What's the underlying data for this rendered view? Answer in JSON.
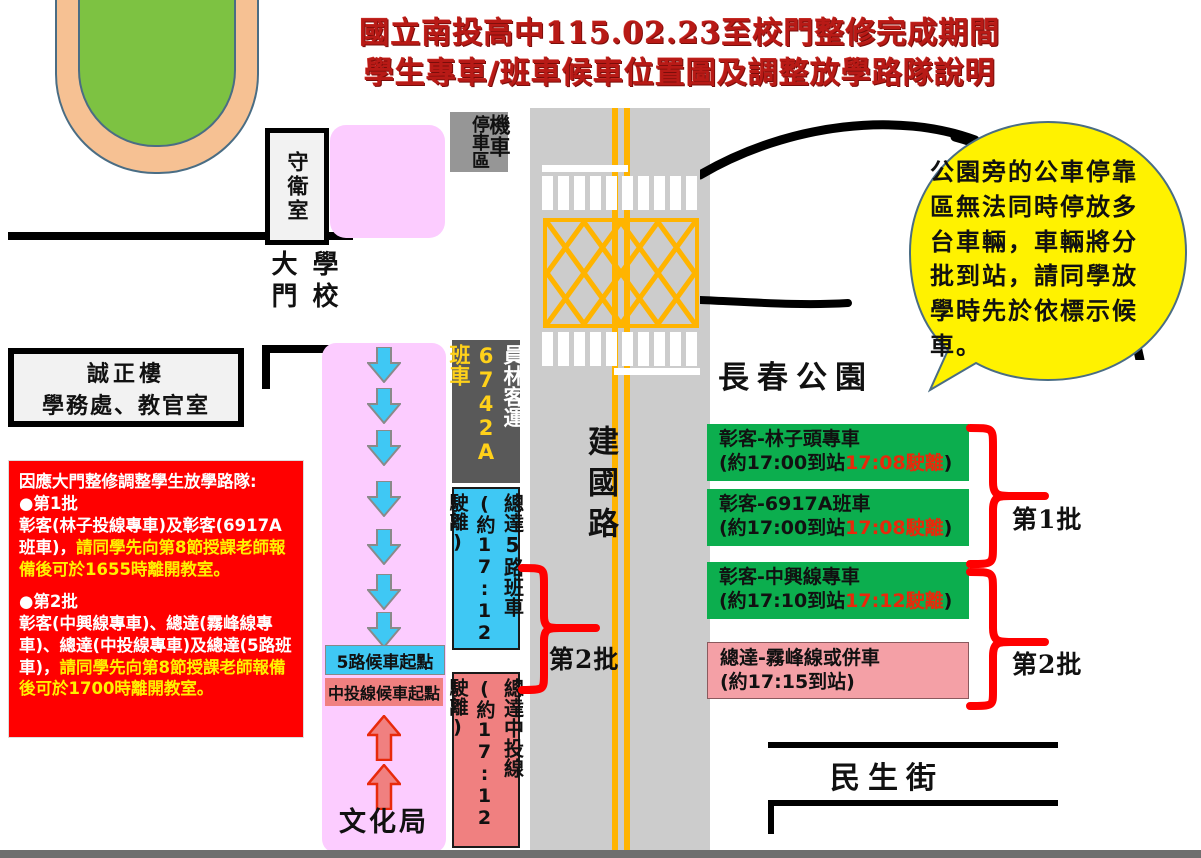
{
  "title": {
    "line1": "國立南投高中115.02.23至校門整修完成期間",
    "line2": "學生專車/班車候車位置圖及調整放學路隊說明"
  },
  "campus": {
    "guard_room": "守衛室",
    "gate_label_right": "大門",
    "gate_label_left": "學校",
    "moto_park": "停車區",
    "moto_park_prefix": "機車",
    "building": {
      "line1": "誠正樓",
      "line2": "學務處、教官室"
    },
    "culture_bureau": "文化局"
  },
  "notice": {
    "heading": "因應大門整修調整學生放學路隊:",
    "batch1_title": "●第1批",
    "batch1_body_plain": "彰客(林子投線專車)及彰客(6917A班車)，",
    "batch1_body_hl": "請同學先向第8節授課老師報備後可於1655時離開教室。",
    "batch2_title": "●第2批",
    "batch2_body_plain": "彰客(中興線專車)、總達(霧峰線專車)、總達(中投線專車)及總達(5路班車)，",
    "batch2_body_hl": "請同學先向第8節授課老師報備後可於1700時離開教室。"
  },
  "corridor": {
    "stop_5lu": "5路候車起點",
    "stop_chungtou": "中投線候車起點",
    "down_arrow_count": 7,
    "up_arrow_count": 2,
    "arrow_color_down": "#3FC8F4",
    "arrow_color_up": "#F08080"
  },
  "vertical_boxes": [
    {
      "name": "員林客運",
      "detail": "6742A班車",
      "bg": "#595959"
    },
    {
      "name": "總達5路班車",
      "detail": "(約17:12駛離)",
      "bg": "#3FC8F4"
    },
    {
      "name": "總達中投線",
      "detail": "(約17:12駛離)",
      "bg": "#F08080"
    }
  ],
  "road": {
    "name": "建國路"
  },
  "park": {
    "name": "長春公園"
  },
  "street": {
    "name": "民生街"
  },
  "callout": {
    "text": "公園旁的公車停靠區無法同時停放多台車輛，車輛將分批到站，請同學放學時先於依標示候車。",
    "bg": "#FFF200"
  },
  "bus_boxes": [
    {
      "line1": "彰客-林子頭專車",
      "line2_a": "(約17:00到站",
      "line2_b": "17:08駛離",
      "line2_c": ")",
      "color": "green"
    },
    {
      "line1": "彰客-6917A班車",
      "line2_a": "(約17:00到站",
      "line2_b": "17:08駛離",
      "line2_c": ")",
      "color": "green"
    },
    {
      "line1": "彰客-中興線專車",
      "line2_a": "(約17:10到站",
      "line2_b": "17:12駛離",
      "line2_c": ")",
      "color": "green"
    },
    {
      "line1": "總達-霧峰線或併車",
      "line2_a": "(約17:15到站)",
      "line2_b": "",
      "line2_c": "",
      "color": "pink"
    }
  ],
  "batches": {
    "batch1_right": "第1批",
    "batch2_right": "第2批",
    "batch2_center": "第2批"
  },
  "colors": {
    "title_red": "#B81A16",
    "notice_bg": "#FF0000",
    "notice_highlight": "#FFF000",
    "green_box": "#0CAE4E",
    "pink_box": "#F4A0A6",
    "cyan": "#3FC8F4",
    "pink_corridor": "#FCCCFF",
    "road_gray": "#CCCCCC",
    "road_yellow": "#FFB400",
    "bracket_red": "#FF0000",
    "track_orange": "#F6C193",
    "field_green": "#7DC242"
  }
}
